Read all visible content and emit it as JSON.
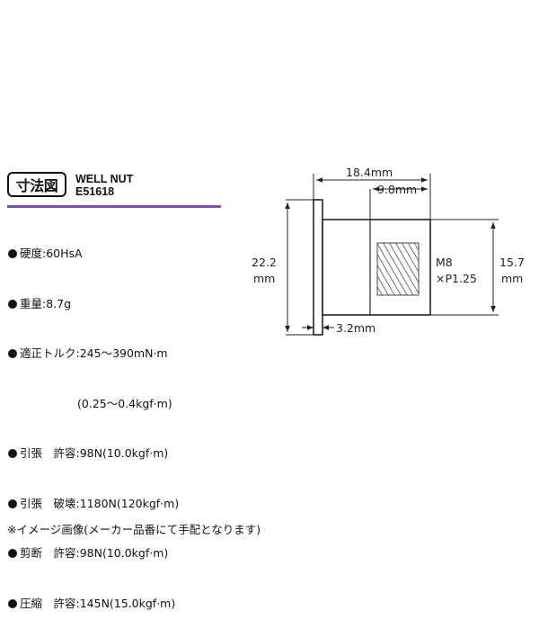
{
  "header": {
    "badge": "寸法図",
    "product_name": "WELL NUT",
    "product_code": "E51618"
  },
  "specs": [
    "硬度:60HsA",
    "重量:8.7g",
    "適正トルク:245～390mN·m",
    "(0.25～0.4kgf·m)",
    "引張　許容:98N(10.0kgf·m)",
    "引張　破壊:1180N(120kgf·m)",
    "剪断　許容:98N(10.0kgf·m)",
    "圧縮　許容:145N(15.0kgf·m)"
  ],
  "dimensions": {
    "overall_length": "18.4mm",
    "body_length": "9.8mm",
    "flange_diameter_value": "22.2",
    "flange_diameter_unit": "mm",
    "body_diameter_value": "15.7",
    "body_diameter_unit": "mm",
    "flange_thickness": "3.2mm",
    "thread_line1": "M8",
    "thread_line2": "×P1.25"
  },
  "footnote": "※イメージ画像(メーカー品番にて手配となります)"
}
